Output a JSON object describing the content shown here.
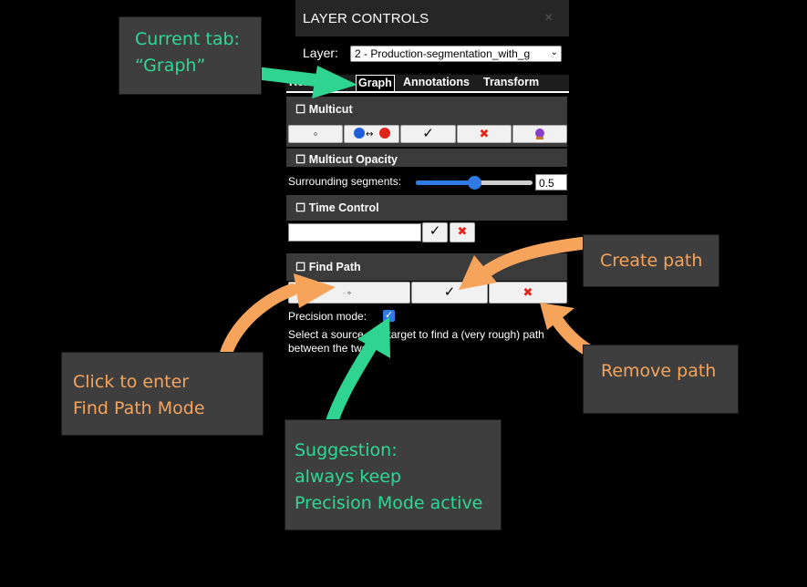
{
  "panel": {
    "title": "LAYER CONTROLS",
    "close": "×",
    "layer_label": "Layer:",
    "layer_value": "2 - Production-segmentation_with_g",
    "tabs": [
      {
        "label": "Rend",
        "active": false
      },
      {
        "label": "Graph",
        "active": true
      },
      {
        "label": "Annotations",
        "active": false
      },
      {
        "label": "Transform",
        "active": false
      }
    ],
    "multicut": {
      "title": "Multicut",
      "buttons": [
        "◦",
        "●↔●",
        "✓",
        "✖",
        "🔮"
      ]
    },
    "opacity": {
      "title": "Multicut Opacity",
      "slider_label": "Surrounding segments:",
      "slider_value": "0.5"
    },
    "time_control": {
      "title": "Time Control",
      "confirm": "✓",
      "cancel": "✖"
    },
    "find_path": {
      "title": "Find Path",
      "buttons": [
        "◦",
        "✓",
        "✖"
      ],
      "precision_label": "Precision mode:",
      "precision_checked": true,
      "help_text": "Select a source and target to find a (very rough) path between the two."
    },
    "collapse_glyph": "☐"
  },
  "notes": {
    "current_tab_line1": "Current tab:",
    "current_tab_line2": "“Graph”",
    "create_path": "Create path",
    "remove_path": "Remove path",
    "enter_line1": "Click to enter",
    "enter_line2": "Find Path Mode",
    "suggestion_line1": "Suggestion:",
    "suggestion_line2": "always keep",
    "suggestion_line3": "Precision Mode active"
  },
  "colors": {
    "green_arrow": "#2ed48f",
    "orange_arrow": "#f6a45c",
    "note_bg": "#3e3e3e",
    "slider_blue": "#2f7be3"
  }
}
